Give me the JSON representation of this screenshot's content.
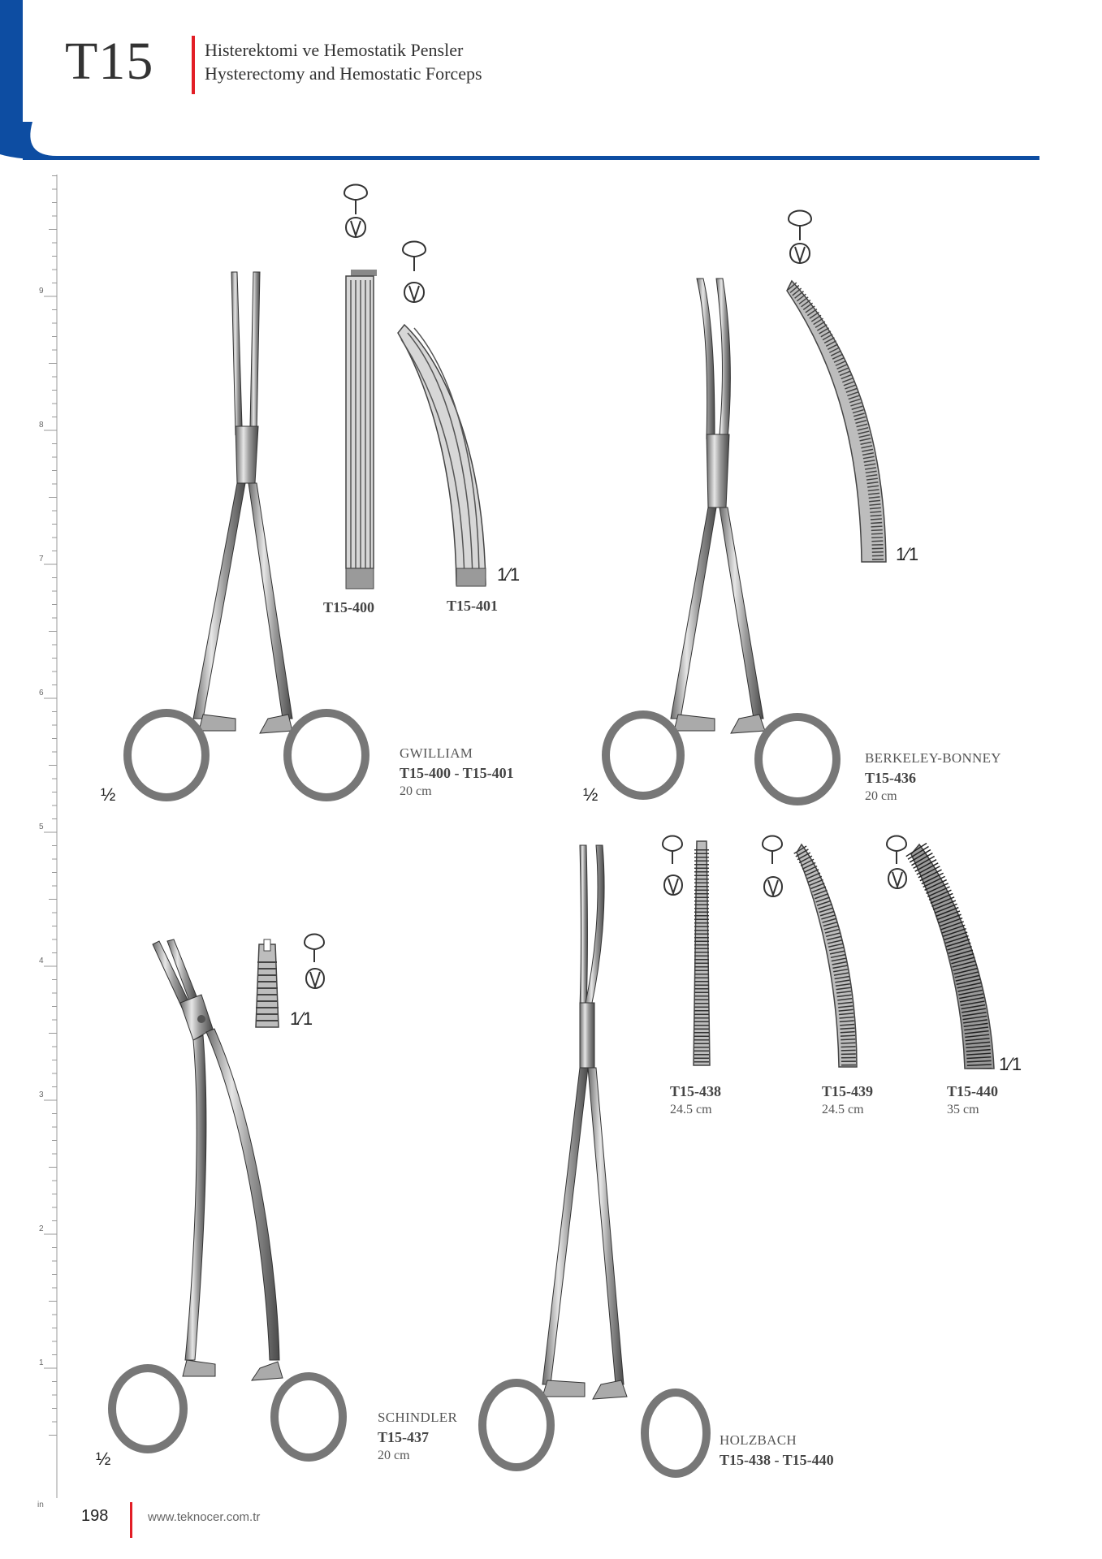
{
  "header": {
    "section_code": "T15",
    "title_tr": "Histerektomi ve Hemostatik Pensler",
    "title_en": "Hysterectomy and Hemostatic Forceps"
  },
  "ruler": {
    "unit": "in",
    "marks": [
      "9",
      "8",
      "7",
      "6",
      "5",
      "4",
      "3",
      "2",
      "1"
    ]
  },
  "products": {
    "gwilliam": {
      "name": "GWILLIAM",
      "codes": "T15-400 - T15-401",
      "size": "20 cm",
      "scale": "½"
    },
    "gwilliam_tips": [
      {
        "code": "T15-400"
      },
      {
        "code": "T15-401"
      }
    ],
    "gwilliam_tip_scale": "1⁄1",
    "berkeley": {
      "name": "BERKELEY-BONNEY",
      "codes": "T15-436",
      "size": "20 cm",
      "scale": "½"
    },
    "berkeley_tip_scale": "1⁄1",
    "schindler": {
      "name": "SCHINDLER",
      "codes": "T15-437",
      "size": "20 cm",
      "scale": "½"
    },
    "schindler_tip_scale": "1⁄1",
    "holzbach": {
      "name": "HOLZBACH",
      "codes": "T15-438 - T15-440"
    },
    "holzbach_tips": [
      {
        "code": "T15-438",
        "size": "24.5 cm"
      },
      {
        "code": "T15-439",
        "size": "24.5 cm"
      },
      {
        "code": "T15-440",
        "size": "35 cm"
      }
    ],
    "holzbach_tip_scale": "1⁄1"
  },
  "footer": {
    "page_number": "198",
    "url": "www.teknocer.com.tr"
  },
  "colors": {
    "brand_blue": "#0d4da2",
    "accent_red": "#e21e26"
  }
}
